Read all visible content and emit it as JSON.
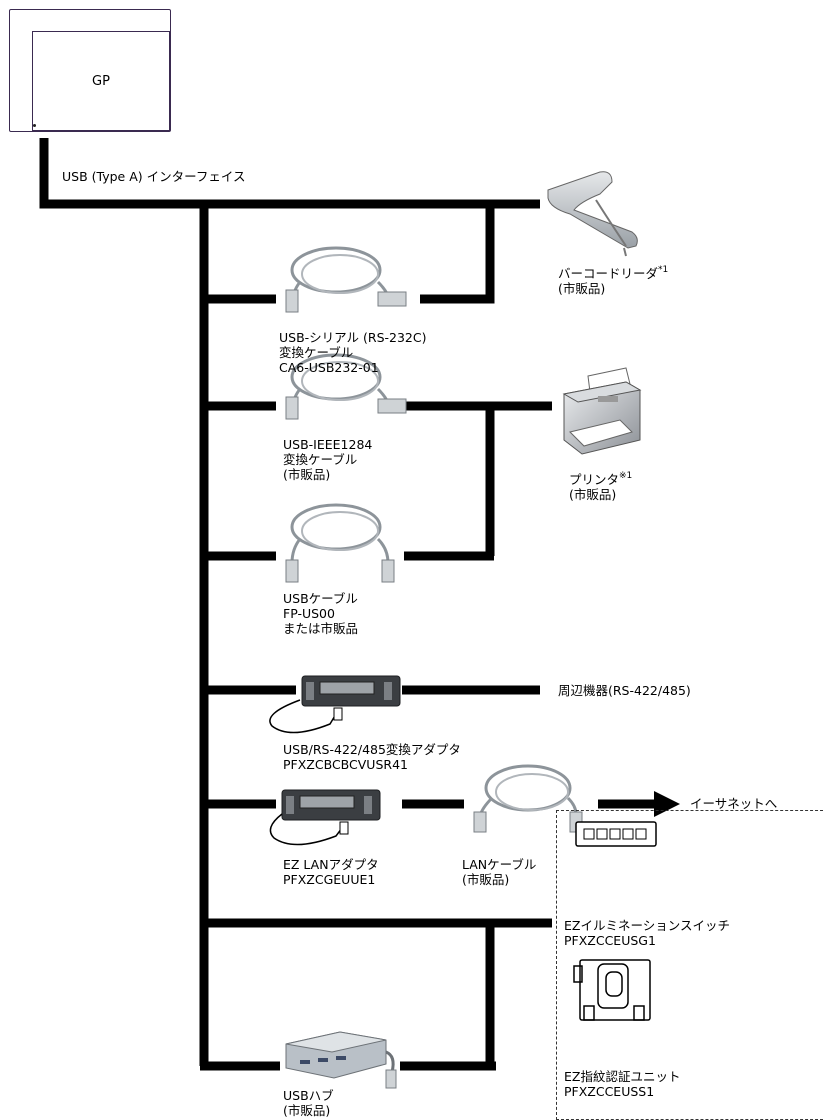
{
  "gp": {
    "label": "GP"
  },
  "usb_interface": {
    "label": "USB (Type A) インターフェイス"
  },
  "barcode": {
    "line1": "バーコードリーダ",
    "note": "*1",
    "line2": "(市販品)"
  },
  "serial_cable": {
    "line1": "USB-シリアル (RS-232C)",
    "line2": "変換ケーブル",
    "line3": "CA6-USB232-01"
  },
  "printer": {
    "line1": "プリンタ",
    "note": "※1",
    "line2": "(市販品)"
  },
  "ieee_cable": {
    "line1": "USB-IEEE1284",
    "line2": "変換ケーブル",
    "line3": "(市販品)"
  },
  "usb_cable": {
    "line1": "USBケーブル",
    "line2": "FP-US00",
    "line3": "または市販品"
  },
  "peripheral": {
    "label": "周辺機器(RS-422/485)"
  },
  "rs422_adapter": {
    "line1": "USB/RS-422/485変換アダプタ",
    "line2": "PFXZCBCBCVUSR41"
  },
  "lan_adapter": {
    "line1": "EZ LANアダプタ",
    "line2": "PFXZCGEUUE1"
  },
  "lan_cable": {
    "line1": "LANケーブル",
    "line2": "(市販品)"
  },
  "ethernet": {
    "label": "イーサネットへ"
  },
  "illumination_switch": {
    "line1": "EZイルミネーションスイッチ",
    "line2": "PFXZCCEUSG1"
  },
  "fingerprint_unit": {
    "line1": "EZ指紋認証ユニット",
    "line2": "PFXZCCEUSS1"
  },
  "usb_hub": {
    "line1": "USBハブ",
    "line2": "(市販品)"
  }
}
